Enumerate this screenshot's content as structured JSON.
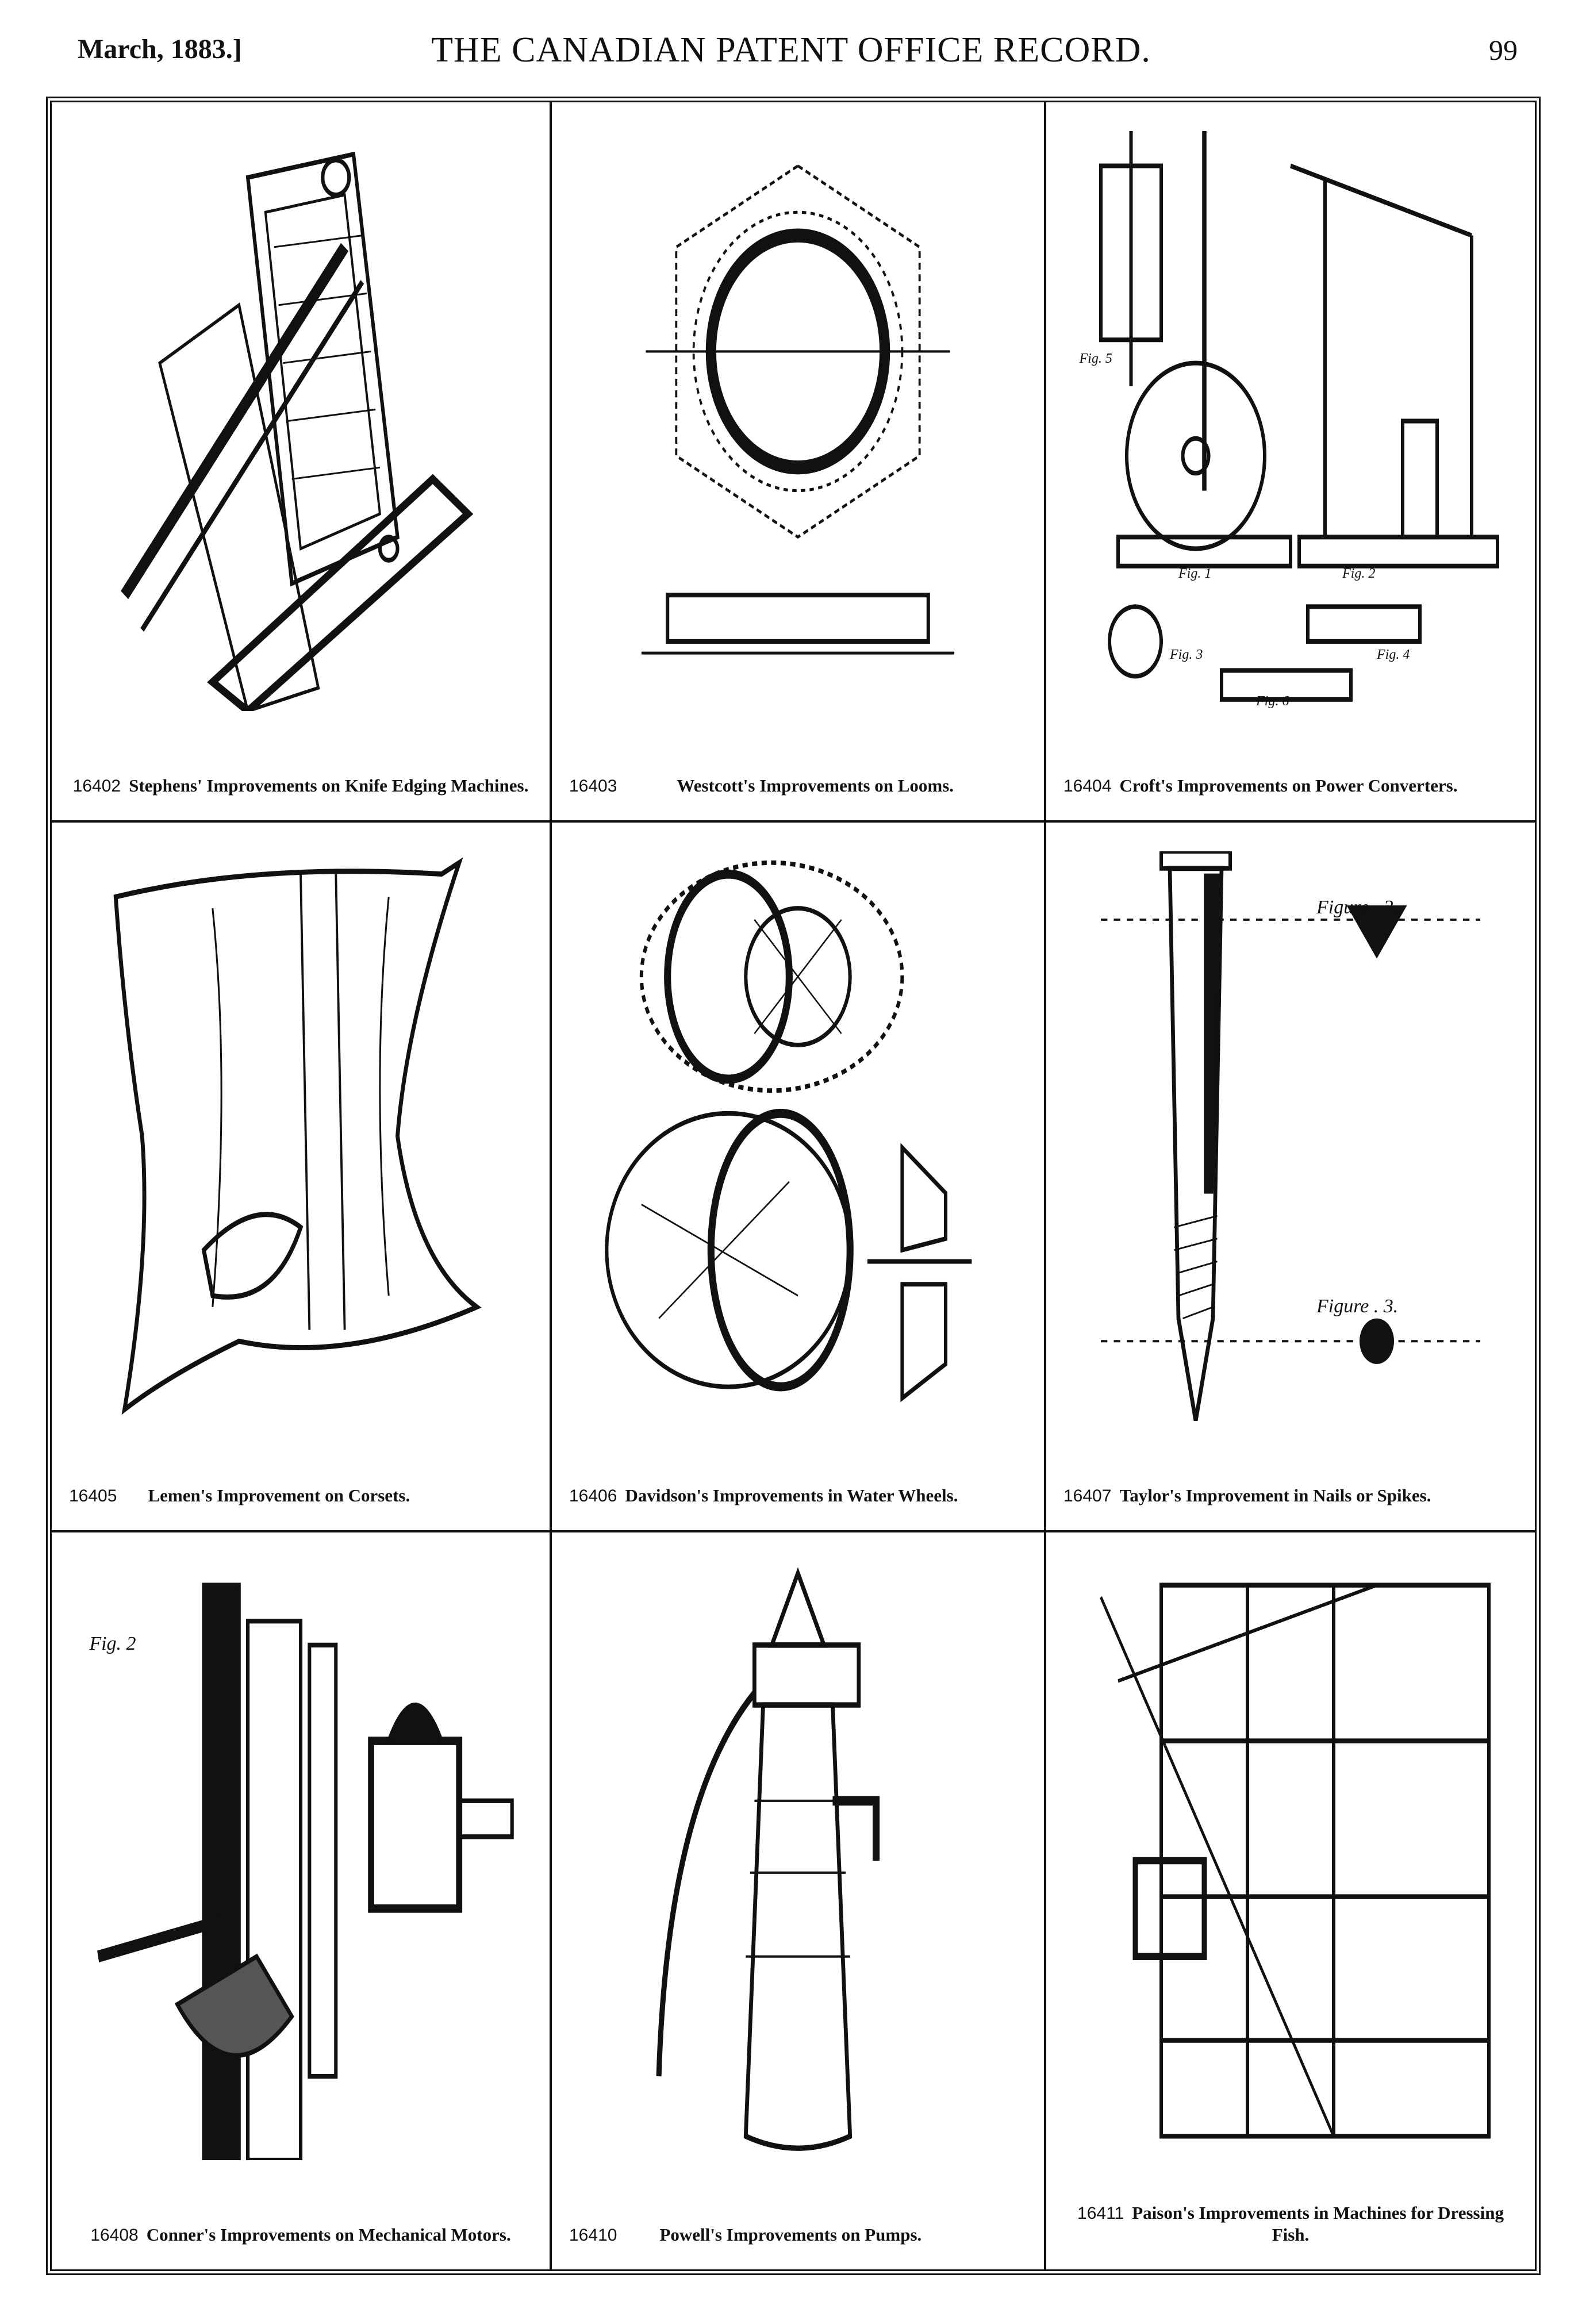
{
  "header": {
    "date": "March, 1883.]",
    "title": "THE CANADIAN PATENT OFFICE RECORD.",
    "page_number": "99"
  },
  "patents": [
    {
      "number": "16402",
      "title": "Stephens' Improvements on Knife Edging Machines."
    },
    {
      "number": "16403",
      "title": "Westcott's Improvements on Looms."
    },
    {
      "number": "16404",
      "title": "Croft's Improvements on Power Converters."
    },
    {
      "number": "16405",
      "title": "Lemen's Improvement on Corsets."
    },
    {
      "number": "16406",
      "title": "Davidson's Improvements in Water Wheels."
    },
    {
      "number": "16407",
      "title": "Taylor's Improvement in Nails or Spikes."
    },
    {
      "number": "16408",
      "title": "Conner's Improvements on Mechanical Motors."
    },
    {
      "number": "16410",
      "title": "Powell's Improvements on Pumps."
    },
    {
      "number": "16411",
      "title": "Paison's Improvements in Machines for Dressing Fish."
    }
  ],
  "figure_labels": {
    "taylor_fig2": "Figure . 2.",
    "taylor_fig3": "Figure . 3.",
    "croft_fig1": "Fig. 1",
    "croft_fig2": "Fig. 2",
    "croft_fig3": "Fig. 3",
    "croft_fig4": "Fig. 4",
    "croft_fig5": "Fig. 5",
    "croft_fig6": "Fig. 6",
    "conner_fig2": "Fig. 2"
  }
}
